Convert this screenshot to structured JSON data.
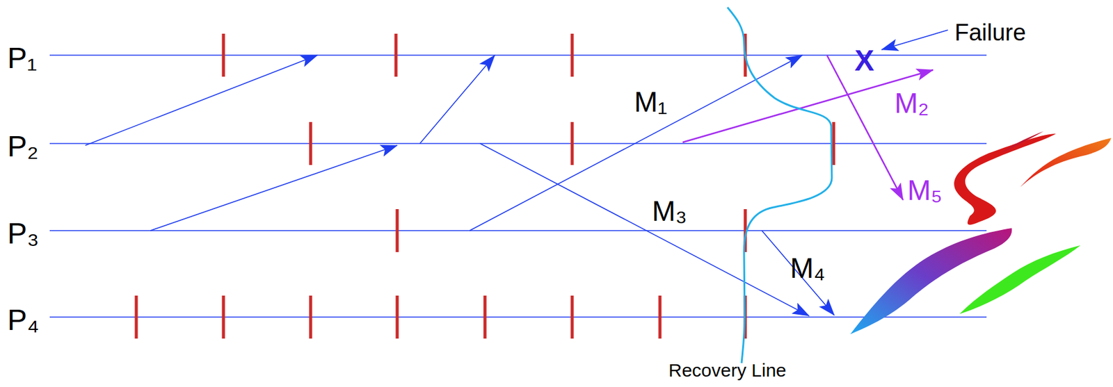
{
  "diagram": {
    "labels": [
      "P₁",
      "P₂",
      "P₃",
      "P₄",
      "M₁",
      "M₂",
      "M₃",
      "M₄",
      "M₅",
      "Failure",
      "X",
      "Recovery Line"
    ]
  }
}
